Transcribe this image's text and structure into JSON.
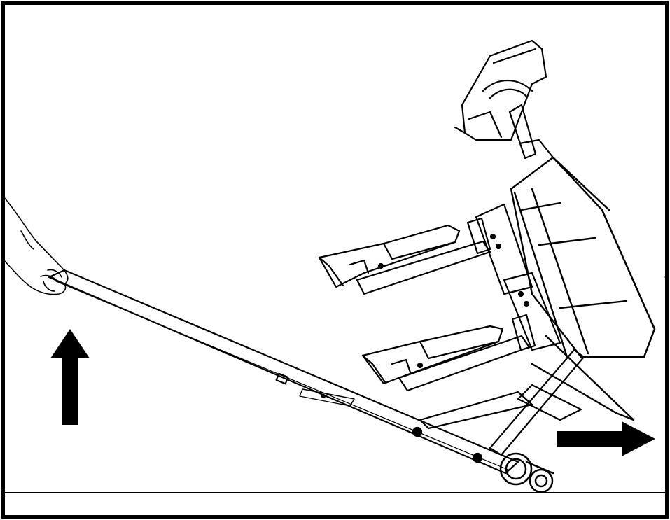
{
  "figure": {
    "background": "#ffffff",
    "ink": "#000000",
    "arrows": [
      {
        "name": "lift-arrow",
        "direction": "up"
      },
      {
        "name": "move-arrow",
        "direction": "right"
      }
    ],
    "parts": [
      "hand",
      "handlebar",
      "machine-frame",
      "pedal-upper",
      "pedal-lower",
      "console",
      "transport-wheels",
      "floor-line"
    ]
  }
}
